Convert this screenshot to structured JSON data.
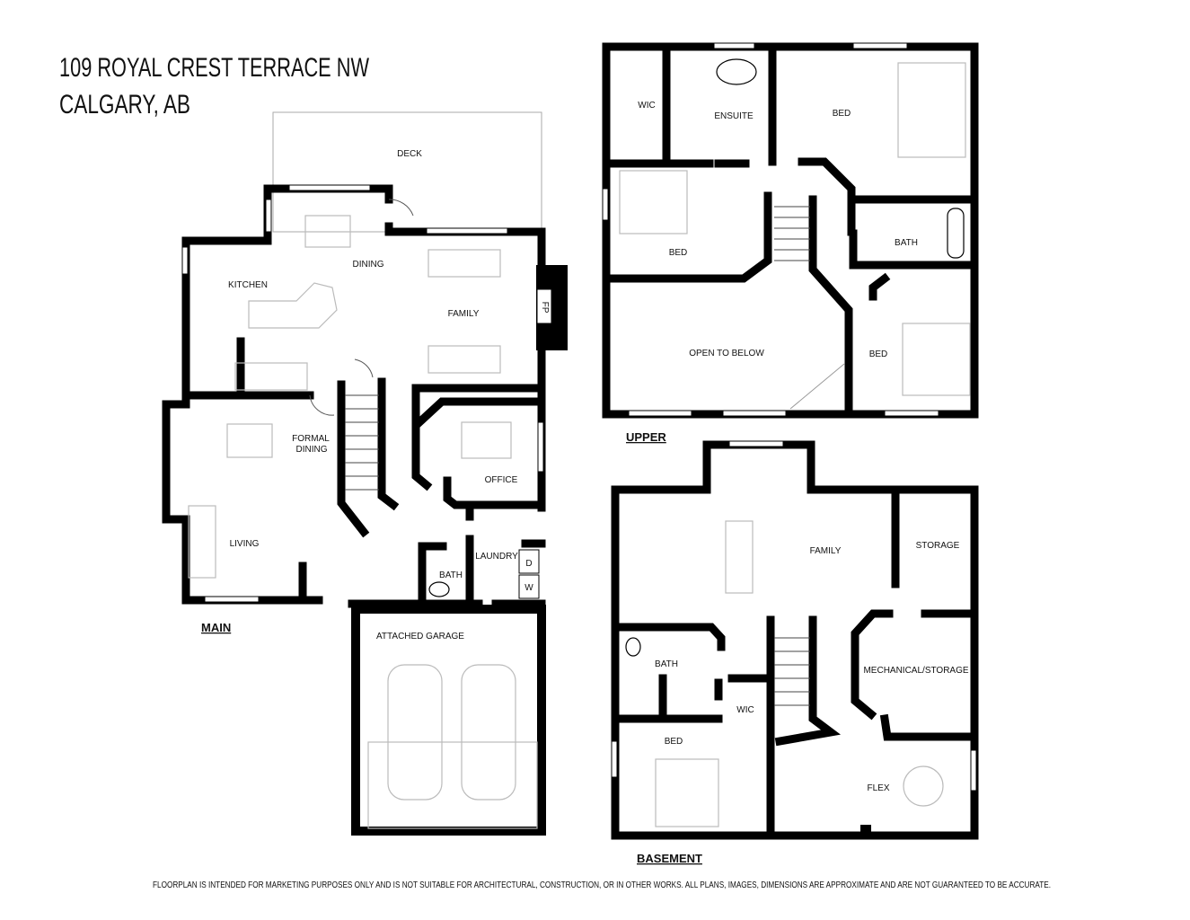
{
  "address": {
    "line1": "109 ROYAL CREST TERRACE NW",
    "line2": "CALGARY, AB"
  },
  "floors": {
    "main": {
      "label": "MAIN",
      "rooms": {
        "deck": "DECK",
        "dining": "DINING",
        "kitchen": "KITCHEN",
        "family": "FAMILY",
        "fireplace": "FP",
        "formal_dining_1": "FORMAL",
        "formal_dining_2": "DINING",
        "office": "OFFICE",
        "living": "LIVING",
        "laundry": "LAUNDRY",
        "bath": "BATH",
        "garage": "ATTACHED GARAGE",
        "dryer": "D",
        "washer": "W"
      }
    },
    "upper": {
      "label": "UPPER",
      "rooms": {
        "wic": "WIC",
        "ensuite": "ENSUITE",
        "bed_primary": "BED",
        "bed_left": "BED",
        "bath": "BATH",
        "open_to_below": "OPEN TO BELOW",
        "bed_right": "BED"
      }
    },
    "basement": {
      "label": "BASEMENT",
      "rooms": {
        "family": "FAMILY",
        "storage": "STORAGE",
        "bath": "BATH",
        "mechanical": "MECHANICAL/STORAGE",
        "wic": "WIC",
        "bed": "BED",
        "flex": "FLEX"
      }
    }
  },
  "disclaimer": "FLOORPLAN IS INTENDED FOR MARKETING PURPOSES ONLY AND IS NOT SUITABLE FOR ARCHITECTURAL, CONSTRUCTION, OR IN OTHER WORKS. ALL PLANS, IMAGES, DIMENSIONS ARE APPROXIMATE AND ARE NOT GUARANTEED TO BE ACCURATE."
}
